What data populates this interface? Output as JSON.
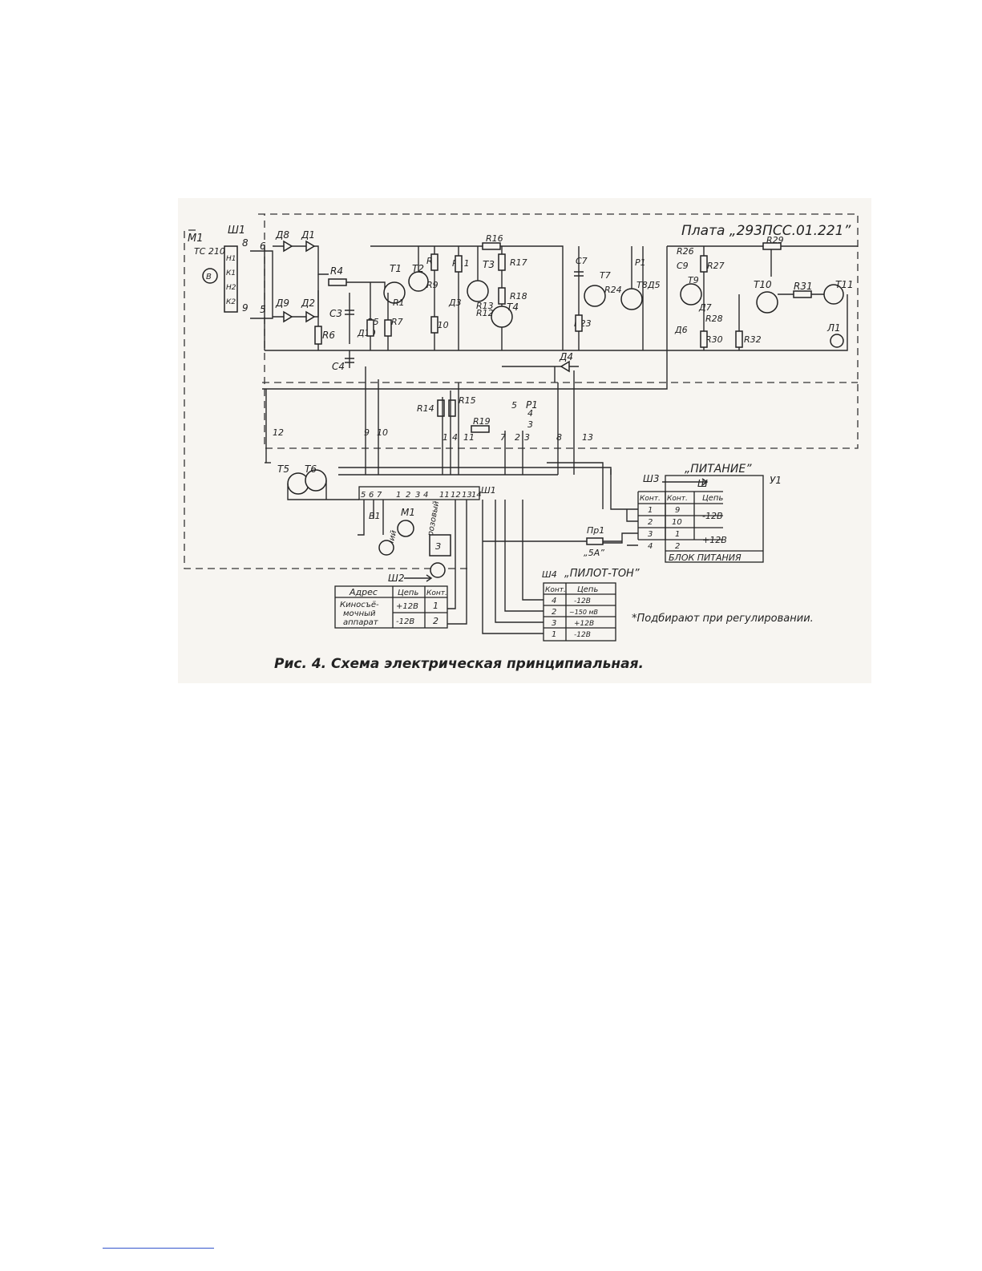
{
  "diagram": {
    "board_title": "Плата „293ПСС.01.221”",
    "caption": "Рис. 4. Схема электрическая принципиальная.",
    "footnote": "*Подбирают при регулировании.",
    "connectors": {
      "sh1": "Ш1",
      "sh2": "Ш2",
      "sh3": "Ш3",
      "sh4": "Ш4",
      "sh_plug": "Ш",
      "sh1_bottom": "Ш1",
      "u1": "У1"
    },
    "motor_block": {
      "m1": "М1",
      "model": "ТС 210",
      "windings": [
        "Н1",
        "К1",
        "Н2",
        "К2"
      ]
    },
    "power_block": {
      "title": "„ПИТАНИЕ”",
      "footer": "БЛОК ПИТАНИЯ",
      "headers": [
        "Конт.",
        "Конт.",
        "Цепь"
      ],
      "rows": [
        {
          "a": "1",
          "b": "9",
          "circuit": "-12В"
        },
        {
          "a": "2",
          "b": "10",
          "circuit": ""
        },
        {
          "a": "3",
          "b": "1",
          "circuit": "+12В"
        },
        {
          "a": "4",
          "b": "2",
          "circuit": ""
        }
      ]
    },
    "pilot_block": {
      "title": "„ПИЛОТ-ТОН”",
      "headers": [
        "Конт.",
        "Цепь"
      ],
      "rows": [
        {
          "contact": "4",
          "circuit": "-12В"
        },
        {
          "contact": "2",
          "circuit": "~150 мВ"
        },
        {
          "contact": "3",
          "circuit": "+12В"
        },
        {
          "contact": "1",
          "circuit": "-12В"
        }
      ]
    },
    "address_block": {
      "headers": [
        "Адрес",
        "Цепь",
        "Конт."
      ],
      "address": [
        "Киносъё-",
        "мочный",
        "аппарат"
      ],
      "rows": [
        {
          "circuit": "+12В",
          "contact": "1"
        },
        {
          "circuit": "-12В",
          "contact": "2"
        }
      ]
    },
    "fuse": {
      "name": "Пр1",
      "rating": "„5А”"
    },
    "components": {
      "diodes": [
        "Д1",
        "Д2",
        "Д3",
        "Д4",
        "Д5",
        "Д6",
        "Д7",
        "Д8",
        "Д9",
        "Д10"
      ],
      "transistors": [
        "Т1",
        "Т2",
        "Т3",
        "Т4",
        "Т5",
        "Т6",
        "Т7",
        "Т8",
        "Т9",
        "Т10",
        "Т11"
      ],
      "resistors_top": [
        "R4",
        "R5",
        "R6",
        "R7",
        "R1",
        "R8",
        "R9",
        "R10",
        "R11",
        "R12",
        "R13",
        "R16",
        "R17",
        "R18",
        "R23",
        "R24",
        "R26",
        "R27",
        "R28",
        "R29",
        "R30",
        "R31",
        "R32"
      ],
      "resistors_mid": [
        "R14",
        "R15",
        "R19"
      ],
      "capacitors": [
        "С3",
        "С4",
        "С7",
        "С9"
      ],
      "relay": "Р1",
      "lamp": "Л1",
      "switch": "В1",
      "motor_bottom": "М1",
      "motor_labels": [
        "синий",
        "розовый",
        "З"
      ]
    },
    "pin_numbers_left": [
      "8",
      "9",
      "6",
      "5"
    ],
    "pin_numbers_bus": [
      "12",
      "9",
      "10",
      "1",
      "4",
      "11",
      "7",
      "2",
      "3",
      "5",
      "4",
      "3",
      "8",
      "13"
    ],
    "pin_numbers_sh1": [
      "5",
      "6",
      "7",
      "1",
      "2",
      "3",
      "4",
      "11",
      "12",
      "13",
      "14"
    ]
  }
}
